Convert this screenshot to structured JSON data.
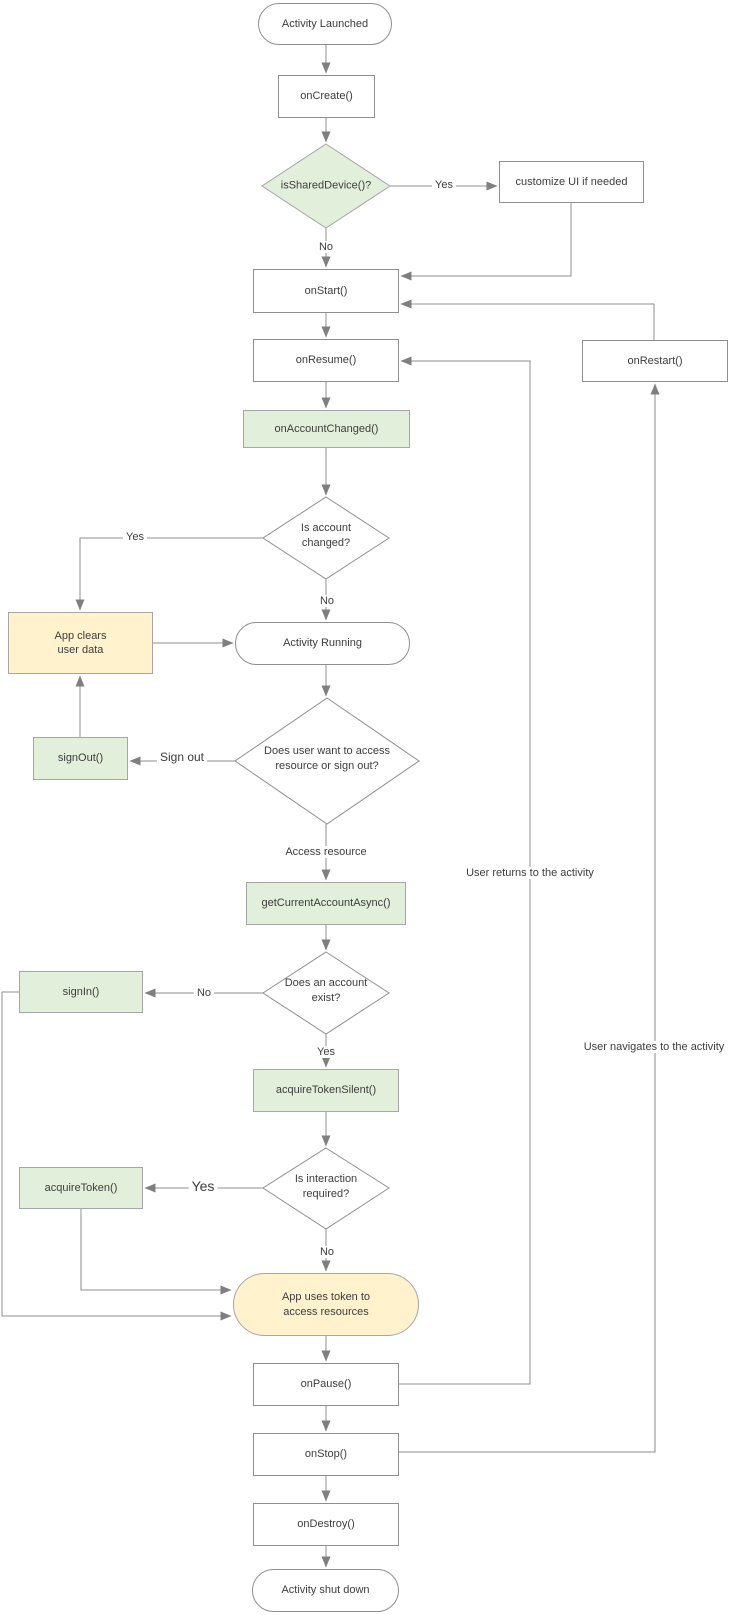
{
  "diagram_type": "flowchart",
  "colors": {
    "green_fill": "#e2efda",
    "yellow_fill": "#fff2cc",
    "white_fill": "#ffffff",
    "colored_node_border": "#a6a6a6",
    "white_node_border": "#8f8f8f",
    "connector": "#8f8f8f",
    "arrowhead": "#7f7f7f",
    "text": "#3d3d3d"
  },
  "nodes": {
    "activity_launched": {
      "label": "Activity Launched",
      "type": "terminator"
    },
    "oncreate": {
      "label": "onCreate()",
      "type": "process"
    },
    "isshareddevice": {
      "label": "isSharedDevice()?",
      "type": "decision"
    },
    "customize_ui": {
      "label": "customize UI if needed",
      "type": "process"
    },
    "onstart": {
      "label": "onStart()",
      "type": "process"
    },
    "onresume": {
      "label": "onResume()",
      "type": "process"
    },
    "onrestart": {
      "label": "onRestart()",
      "type": "process"
    },
    "onaccountchanged": {
      "label": "onAccountChanged()",
      "type": "process"
    },
    "is_account_changed": {
      "label": "Is account\nchanged?",
      "type": "decision"
    },
    "app_clears_user_data": {
      "label": "App clears\nuser data",
      "type": "process"
    },
    "activity_running": {
      "label": "Activity Running",
      "type": "terminator"
    },
    "signout": {
      "label": "signOut()",
      "type": "process"
    },
    "does_user_want": {
      "label": "Does user want to access\nresource or sign out?",
      "type": "decision"
    },
    "getcurrentaccountasync": {
      "label": "getCurrentAccountAsync()",
      "type": "process"
    },
    "does_account_exist": {
      "label": "Does an account\nexist?",
      "type": "decision"
    },
    "signin": {
      "label": "signIn()",
      "type": "process"
    },
    "acquiretokensilent": {
      "label": "acquireTokenSilent()",
      "type": "process"
    },
    "is_interaction_required": {
      "label": "Is interaction\nrequired?",
      "type": "decision"
    },
    "acquiretoken": {
      "label": "acquireToken()",
      "type": "process"
    },
    "app_uses_token": {
      "label": "App uses token to\naccess resources",
      "type": "terminator"
    },
    "onpause": {
      "label": "onPause()",
      "type": "process"
    },
    "onstop": {
      "label": "onStop()",
      "type": "process"
    },
    "ondestroy": {
      "label": "onDestroy()",
      "type": "process"
    },
    "activity_shut_down": {
      "label": "Activity shut down",
      "type": "terminator"
    }
  },
  "edge_labels": {
    "shared_yes": "Yes",
    "shared_no": "No",
    "account_changed_yes": "Yes",
    "account_changed_no": "No",
    "sign_out": "Sign out",
    "access_resource": "Access resource",
    "account_exist_no": "No",
    "account_exist_yes": "Yes",
    "interaction_yes": "Yes",
    "interaction_no": "No",
    "user_returns": "User returns to the activity",
    "user_navigates": "User navigates to the activity"
  },
  "connections": [
    {
      "from": "activity_launched",
      "to": "oncreate"
    },
    {
      "from": "oncreate",
      "to": "isshareddevice"
    },
    {
      "from": "isshareddevice",
      "to": "customize_ui",
      "label": "Yes"
    },
    {
      "from": "isshareddevice",
      "to": "onstart",
      "label": "No"
    },
    {
      "from": "customize_ui",
      "to": "onstart"
    },
    {
      "from": "onrestart",
      "to": "onstart"
    },
    {
      "from": "onstart",
      "to": "onresume"
    },
    {
      "from": "onresume",
      "to": "onaccountchanged"
    },
    {
      "from": "onaccountchanged",
      "to": "is_account_changed"
    },
    {
      "from": "is_account_changed",
      "to": "app_clears_user_data",
      "label": "Yes"
    },
    {
      "from": "is_account_changed",
      "to": "activity_running",
      "label": "No"
    },
    {
      "from": "app_clears_user_data",
      "to": "activity_running"
    },
    {
      "from": "signout",
      "to": "app_clears_user_data"
    },
    {
      "from": "activity_running",
      "to": "does_user_want"
    },
    {
      "from": "does_user_want",
      "to": "signout",
      "label": "Sign out"
    },
    {
      "from": "does_user_want",
      "to": "getcurrentaccountasync",
      "label": "Access resource"
    },
    {
      "from": "getcurrentaccountasync",
      "to": "does_account_exist"
    },
    {
      "from": "does_account_exist",
      "to": "signin",
      "label": "No"
    },
    {
      "from": "does_account_exist",
      "to": "acquiretokensilent",
      "label": "Yes"
    },
    {
      "from": "signin",
      "to": "app_uses_token"
    },
    {
      "from": "acquiretokensilent",
      "to": "is_interaction_required"
    },
    {
      "from": "is_interaction_required",
      "to": "acquiretoken",
      "label": "Yes"
    },
    {
      "from": "is_interaction_required",
      "to": "app_uses_token",
      "label": "No"
    },
    {
      "from": "acquiretoken",
      "to": "app_uses_token"
    },
    {
      "from": "app_uses_token",
      "to": "onpause"
    },
    {
      "from": "onpause",
      "to": "onresume",
      "label": "User returns to the activity"
    },
    {
      "from": "onpause",
      "to": "onstop"
    },
    {
      "from": "onstop",
      "to": "onrestart",
      "label": "User navigates to the activity"
    },
    {
      "from": "onstop",
      "to": "ondestroy"
    },
    {
      "from": "ondestroy",
      "to": "activity_shut_down"
    }
  ]
}
